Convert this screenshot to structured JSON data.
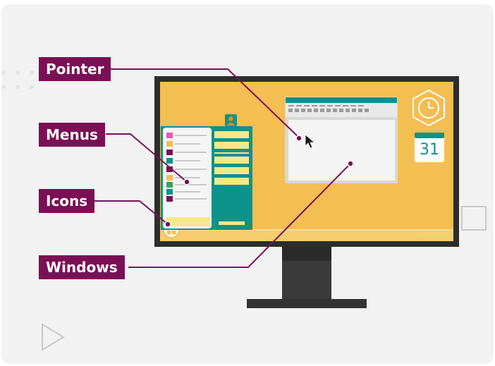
{
  "callouts": {
    "pointer": "Pointer",
    "menus": "Menus",
    "icons": "Icons",
    "windows": "Windows"
  },
  "calendar": {
    "day": "31"
  },
  "colors": {
    "callout": "#7b0f55",
    "desktop": "#f3be52",
    "monitor_frame": "#2d2d2d",
    "teal": "#0e928c",
    "menu_yellow": "#f6e88a",
    "background": "#f2f2f2"
  },
  "icons": [
    "clock-icon",
    "calendar-icon",
    "mouse-pointer-icon",
    "start-button-icon",
    "user-avatar-icon",
    "play-icon",
    "square-outline-icon"
  ]
}
